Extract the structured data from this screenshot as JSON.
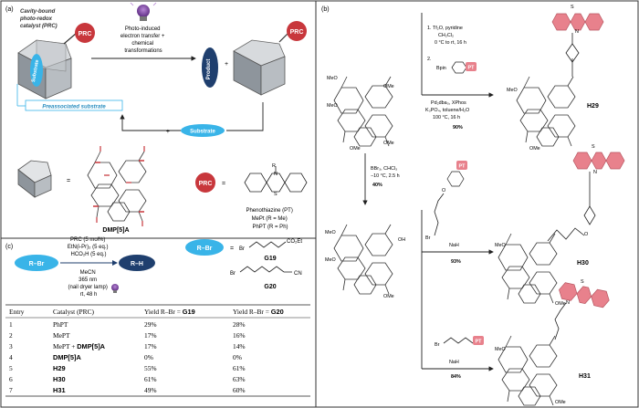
{
  "panels": {
    "a": {
      "label": "(a)",
      "cavity_title": [
        "Cavity-bound",
        "photo-redox",
        "catalyst (PRC)"
      ],
      "prc_badge": "PRC",
      "substrate_pill": "Substrate",
      "product_pill": "Product",
      "transfer_text": [
        "Photo-induced",
        "electron transfer +",
        "chemical",
        "transformations"
      ],
      "preassociated": "Preassociated substrate",
      "plus_substrate_plus": "+",
      "plus_substrate_label": "Substrate",
      "equals1": "=",
      "equals2": "=",
      "macrocycle_label": "DMP[5]A",
      "r_label": "R",
      "n_label": "N",
      "s_label": "S",
      "pt_name": "Phenothiazine (PT)",
      "mept": "MePt (R = Me)",
      "phpt": "PhPT (R = Ph)"
    },
    "b": {
      "label": "(b)",
      "step1": [
        "1. Tf₂O, pyridine",
        "CH₂Cl₂",
        "0 °C to rt, 16 h"
      ],
      "step2_num": "2.",
      "bpin": "Bpin",
      "pt_tag": "PT",
      "step2_cond": [
        "Pd₂dba₃, XPhos",
        "K₃PO₄, toluene/H₂O",
        "100 °C, 16 h"
      ],
      "yield1": "90%",
      "h29": "H29",
      "bbr3": [
        "BBr₃, CHCl₃",
        "−10 °C, 2.5 h"
      ],
      "yield_bbr3": "40%",
      "br1": "Br",
      "nah1": "NaH",
      "yield2": "93%",
      "h30": "H30",
      "br2": "Br",
      "nah2": "NaH",
      "yield3": "84%",
      "h31": "H31",
      "ome": "OMe",
      "meo": "MeO",
      "oh": "OH",
      "s": "S",
      "n": "N",
      "o": "O"
    },
    "c": {
      "label": "(c)",
      "rbr": "R–Br",
      "rh": "R–H",
      "conditions_top": [
        "PRC (5 mol%)",
        "EtN(i-Pr)₂ (5 eq.)",
        "HCO₂H (5 eq.)"
      ],
      "conditions_bottom": [
        "MeCN",
        "365 nm",
        "(nail dryer lamp)",
        "rt, 48 h"
      ],
      "rbr_legend": "R–Br",
      "eq": "=",
      "br": "Br",
      "co2et": "CO₂Et",
      "g19": "G19",
      "cn": "CN",
      "g20": "G20",
      "table": {
        "headers": [
          "Entry",
          "Catalyst (PRC)",
          "Yield  R–Br = ",
          "G19",
          "Yield  R–Br = ",
          "G20"
        ],
        "rows": [
          {
            "entry": "1",
            "catalyst": "PhPT",
            "y19": "29%",
            "y20": "28%"
          },
          {
            "entry": "2",
            "catalyst": "MePT",
            "y19": "17%",
            "y20": "16%"
          },
          {
            "entry": "3",
            "catalyst": "MePT + DMP[5]A",
            "y19": "17%",
            "y20": "14%"
          },
          {
            "entry": "4",
            "catalyst": "DMP[5]A",
            "y19": "0%",
            "y20": "0%"
          },
          {
            "entry": "5",
            "catalyst": "H29",
            "y19": "55%",
            "y20": "61%"
          },
          {
            "entry": "6",
            "catalyst": "H30",
            "y19": "61%",
            "y20": "63%"
          },
          {
            "entry": "7",
            "catalyst": "H31",
            "y19": "49%",
            "y20": "60%"
          }
        ]
      }
    }
  },
  "colors": {
    "prc_red": "#c8373c",
    "substrate_blue": "#39b4e8",
    "product_navy": "#1f3f6e",
    "pt_pink": "#e8818c",
    "pt_ring": "#c86a74",
    "lamp_purple": "#7b3fa0",
    "pillar_grey": "#9aa0a6"
  }
}
